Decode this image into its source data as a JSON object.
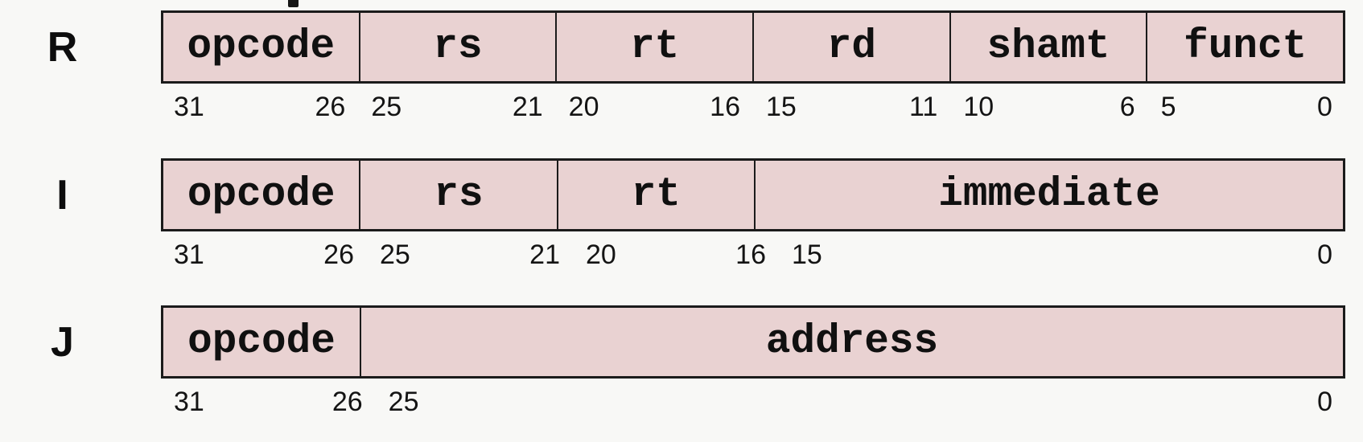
{
  "colors": {
    "field_fill": "#e9d2d2",
    "border": "#1b1b1b",
    "background": "#f8f8f6",
    "text": "#101010"
  },
  "rows": [
    {
      "label": "R",
      "fields": [
        {
          "name": "opcode",
          "hi": "31",
          "lo": "26",
          "span": 1
        },
        {
          "name": "rs",
          "hi": "25",
          "lo": "21",
          "span": 1
        },
        {
          "name": "rt",
          "hi": "20",
          "lo": "16",
          "span": 1
        },
        {
          "name": "rd",
          "hi": "15",
          "lo": "11",
          "span": 1
        },
        {
          "name": "shamt",
          "hi": "10",
          "lo": "6",
          "span": 1
        },
        {
          "name": "funct",
          "hi": "5",
          "lo": "0",
          "span": 1
        }
      ]
    },
    {
      "label": "I",
      "fields": [
        {
          "name": "opcode",
          "hi": "31",
          "lo": "26",
          "span": 1
        },
        {
          "name": "rs",
          "hi": "25",
          "lo": "21",
          "span": 1
        },
        {
          "name": "rt",
          "hi": "20",
          "lo": "16",
          "span": 1
        },
        {
          "name": "immediate",
          "hi": "15",
          "lo": "0",
          "span": 3
        }
      ]
    },
    {
      "label": "J",
      "fields": [
        {
          "name": "opcode",
          "hi": "31",
          "lo": "26",
          "span": 1
        },
        {
          "name": "address",
          "hi": "25",
          "lo": "0",
          "span": 5
        }
      ]
    }
  ]
}
